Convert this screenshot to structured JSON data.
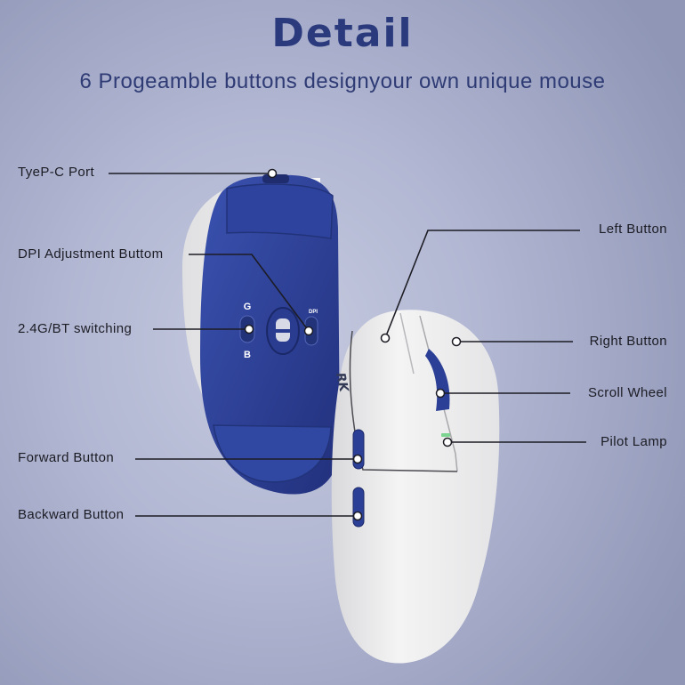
{
  "header": {
    "title": "Detail",
    "subtitle": "6 Progeamble buttons designyour own unique mouse"
  },
  "callouts_left": [
    {
      "id": "type-c-port",
      "label": "TyeP-C Port"
    },
    {
      "id": "dpi-button",
      "label": "DPI Adjustment Buttom"
    },
    {
      "id": "mode-switch",
      "label": "2.4G/BT switching"
    },
    {
      "id": "forward-button",
      "label": "Forward Button"
    },
    {
      "id": "backward-button",
      "label": "Backward Button"
    }
  ],
  "callouts_right": [
    {
      "id": "left-button",
      "label": "Left Button"
    },
    {
      "id": "right-button",
      "label": "Right Button"
    },
    {
      "id": "scroll-wheel",
      "label": "Scroll Wheel"
    },
    {
      "id": "pilot-lamp",
      "label": "Pilot Lamp"
    }
  ],
  "mouse_bottom": {
    "switch_top": "G",
    "switch_bottom": "B",
    "dpi_label": "DPI"
  },
  "mouse_top": {
    "brand_mark": "RK"
  },
  "colors": {
    "title": "#2a3a7c",
    "mouse_blue": "#2c3f96",
    "mouse_white": "#efefef",
    "pilot_lamp": "#7bd48f"
  }
}
